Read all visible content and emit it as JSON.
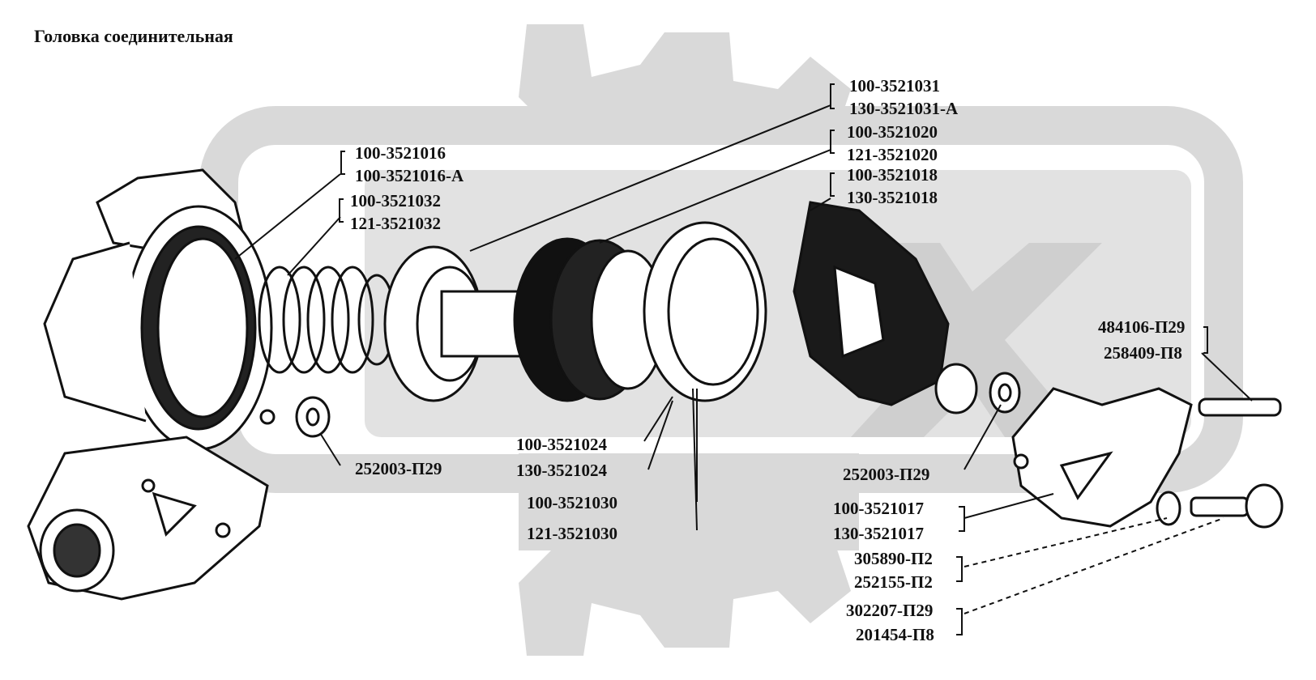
{
  "title": "Головка соединительная",
  "watermark": {
    "color": "#d4d4d4"
  },
  "labels": {
    "l1": "100-3521031",
    "l2": "130-3521031-А",
    "l3": "100-3521020",
    "l4": "121-3521020",
    "l5": "100-3521018",
    "l6": "130-3521018",
    "l7": "100-3521016",
    "l8": "100-3521016-А",
    "l9": "100-3521032",
    "l10": "121-3521032",
    "l11": "484106-П29",
    "l12": "258409-П8",
    "l13": "100-3521024",
    "l14": "130-3521024",
    "l15": "252003-П29",
    "l16": "252003-П29",
    "l17": "100-3521030",
    "l18": "121-3521030",
    "l19": "100-3521017",
    "l20": "130-3521017",
    "l21": "305890-П2",
    "l22": "252155-П2",
    "l23": "302207-П29",
    "l24": "201454-П8"
  }
}
